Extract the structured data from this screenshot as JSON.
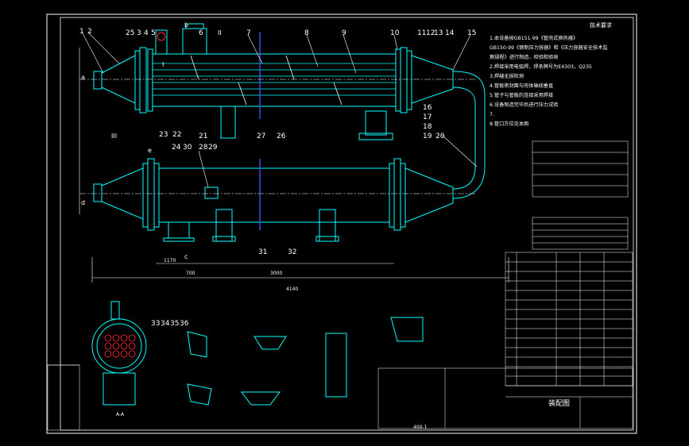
{
  "title_block": {
    "drawing_name": "装配图",
    "tech_req_title": "技术要求",
    "tech_req_lines": [
      "1.本设备按GB151-99《管壳式换热器》",
      "GB150-99《钢制压力容器》和《压力容器安全技术监",
      "察规程》进行制造、检验和验收",
      "2.焊接采用电弧焊，焊条牌号为E4303，Q235",
      "3.焊缝无损检测",
      "4.管板密封面与壳体轴线垂直",
      "5.管子与管板的连接采用焊接",
      "6.设备制造完毕后进行压力试验",
      "7.",
      "8.管口方位见本图"
    ],
    "quantity_label": "400-1"
  },
  "callouts": [
    "1",
    "2",
    "25",
    "3",
    "4",
    "5",
    "6",
    "7",
    "8",
    "9",
    "10",
    "11",
    "12",
    "13",
    "14",
    "15",
    "16",
    "17",
    "18",
    "19",
    "20",
    "21",
    "22",
    "23",
    "24",
    "30",
    "28",
    "29",
    "26",
    "27",
    "31",
    "32",
    "33",
    "34",
    "35",
    "36"
  ],
  "nozzle_labels": [
    "a",
    "b",
    "c",
    "d",
    "e",
    "I",
    "II",
    "III"
  ],
  "dimensions": [
    "4140",
    "3000",
    "1170",
    "700"
  ],
  "section_label": "A-A",
  "colors": {
    "background": "#000000",
    "frame": "#ffffff",
    "vessel": "#00ffff",
    "centerline": "#3a52ff",
    "section": "#ff2b2b"
  }
}
